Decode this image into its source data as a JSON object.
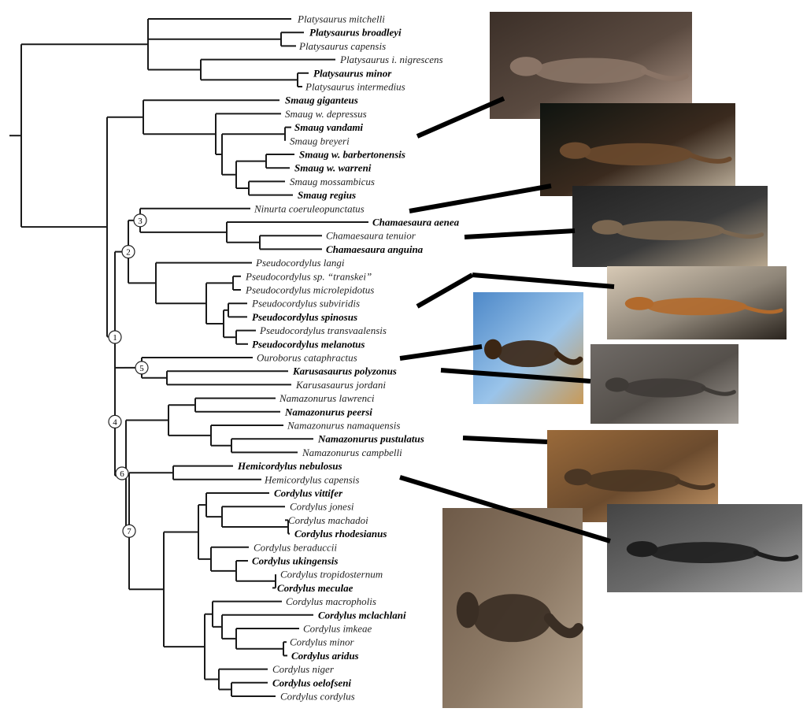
{
  "tree": {
    "taxa": [
      {
        "name": "Platysaurus mitchelli",
        "bold": false
      },
      {
        "name": "Platysaurus broadleyi",
        "bold": true
      },
      {
        "name": "Platysaurus capensis",
        "bold": false
      },
      {
        "name": "Platysaurus i. nigrescens",
        "bold": false
      },
      {
        "name": "Platysaurus minor",
        "bold": true
      },
      {
        "name": "Platysaurus intermedius",
        "bold": false
      },
      {
        "name": "Smaug giganteus",
        "bold": true
      },
      {
        "name": "Smaug w. depressus",
        "bold": false
      },
      {
        "name": "Smaug vandami",
        "bold": true
      },
      {
        "name": "Smaug breyeri",
        "bold": false
      },
      {
        "name": "Smaug w. barbertonensis",
        "bold": true
      },
      {
        "name": "Smaug w. warreni",
        "bold": true
      },
      {
        "name": "Smaug mossambicus",
        "bold": false
      },
      {
        "name": "Smaug regius",
        "bold": true
      },
      {
        "name": "Ninurta coeruleopunctatus",
        "bold": false
      },
      {
        "name": "Chamaesaura aenea",
        "bold": true
      },
      {
        "name": "Chamaesaura tenuior",
        "bold": false
      },
      {
        "name": "Chamaesaura anguina",
        "bold": true
      },
      {
        "name": "Pseudocordylus langi",
        "bold": false
      },
      {
        "name": "Pseudocordylus sp. “transkei”",
        "bold": false
      },
      {
        "name": "Pseudocordylus microlepidotus",
        "bold": false
      },
      {
        "name": "Pseudocordylus subviridis",
        "bold": false
      },
      {
        "name": "Pseudocordylus spinosus",
        "bold": true
      },
      {
        "name": "Pseudocordylus transvaalensis",
        "bold": false
      },
      {
        "name": "Pseudocordylus melanotus",
        "bold": true
      },
      {
        "name": "Ouroborus cataphractus",
        "bold": false
      },
      {
        "name": "Karusasaurus polyzonus",
        "bold": true
      },
      {
        "name": "Karusasaurus jordani",
        "bold": false
      },
      {
        "name": "Namazonurus lawrenci",
        "bold": false
      },
      {
        "name": "Namazonurus peersi",
        "bold": true
      },
      {
        "name": "Namazonurus namaquensis",
        "bold": false
      },
      {
        "name": "Namazonurus pustulatus",
        "bold": true
      },
      {
        "name": "Namazonurus campbelli",
        "bold": false
      },
      {
        "name": "Hemicordylus nebulosus",
        "bold": true
      },
      {
        "name": "Hemicordylus capensis",
        "bold": false
      },
      {
        "name": "Cordylus vittifer",
        "bold": true
      },
      {
        "name": "Cordylus jonesi",
        "bold": false
      },
      {
        "name": "Cordylus machadoi",
        "bold": false
      },
      {
        "name": "Cordylus rhodesianus",
        "bold": true
      },
      {
        "name": "Cordylus beraduccii",
        "bold": false
      },
      {
        "name": "Cordylus ukingensis",
        "bold": true
      },
      {
        "name": "Cordylus tropidosternum",
        "bold": false
      },
      {
        "name": "Cordylus meculae",
        "bold": true
      },
      {
        "name": "Cordylus macropholis",
        "bold": false
      },
      {
        "name": "Cordylus mclachlani",
        "bold": true
      },
      {
        "name": "Cordylus imkeae",
        "bold": false
      },
      {
        "name": "Cordylus minor",
        "bold": false
      },
      {
        "name": "Cordylus aridus",
        "bold": true
      },
      {
        "name": "Cordylus niger",
        "bold": false
      },
      {
        "name": "Cordylus oelofseni",
        "bold": true
      },
      {
        "name": "Cordylus cordylus",
        "bold": false
      }
    ],
    "nodes": [
      "1",
      "2",
      "3",
      "4",
      "5",
      "6",
      "7"
    ]
  },
  "photos": [
    {
      "subject": "Platysaurus-like spiny lizard",
      "palette": [
        "#3b2f28",
        "#8a7466",
        "#b8a090",
        "#5a4a40"
      ]
    },
    {
      "subject": "dark lizard on rock",
      "palette": [
        "#0f1410",
        "#6b4a2e",
        "#c6b9a4",
        "#3a2a1e"
      ]
    },
    {
      "subject": "striped grass lizard",
      "palette": [
        "#232323",
        "#7a6650",
        "#b7a68e",
        "#3a3a3a"
      ]
    },
    {
      "subject": "orange-sided crag lizard",
      "palette": [
        "#d7c9b5",
        "#b26a2c",
        "#2a241e",
        "#8e8578"
      ]
    },
    {
      "subject": "armadillo lizard curled",
      "palette": [
        "#4d88c8",
        "#3b2614",
        "#c89a58",
        "#9ac4ea"
      ]
    },
    {
      "subject": "grey girdled lizard",
      "palette": [
        "#6f6a66",
        "#3f3b37",
        "#a39d96",
        "#55504b"
      ]
    },
    {
      "subject": "brown spiny girdled lizard",
      "palette": [
        "#9a6a3a",
        "#4a3624",
        "#c89a6a",
        "#6b4b2e"
      ]
    },
    {
      "subject": "dark lizard on granite",
      "palette": [
        "#444444",
        "#1e1e1e",
        "#a6a6a6",
        "#6b6b6b"
      ]
    },
    {
      "subject": "sungazer-like lizard on boulder",
      "palette": [
        "#6e5a48",
        "#3a2e24",
        "#b7a58f",
        "#8d7a66"
      ]
    }
  ]
}
